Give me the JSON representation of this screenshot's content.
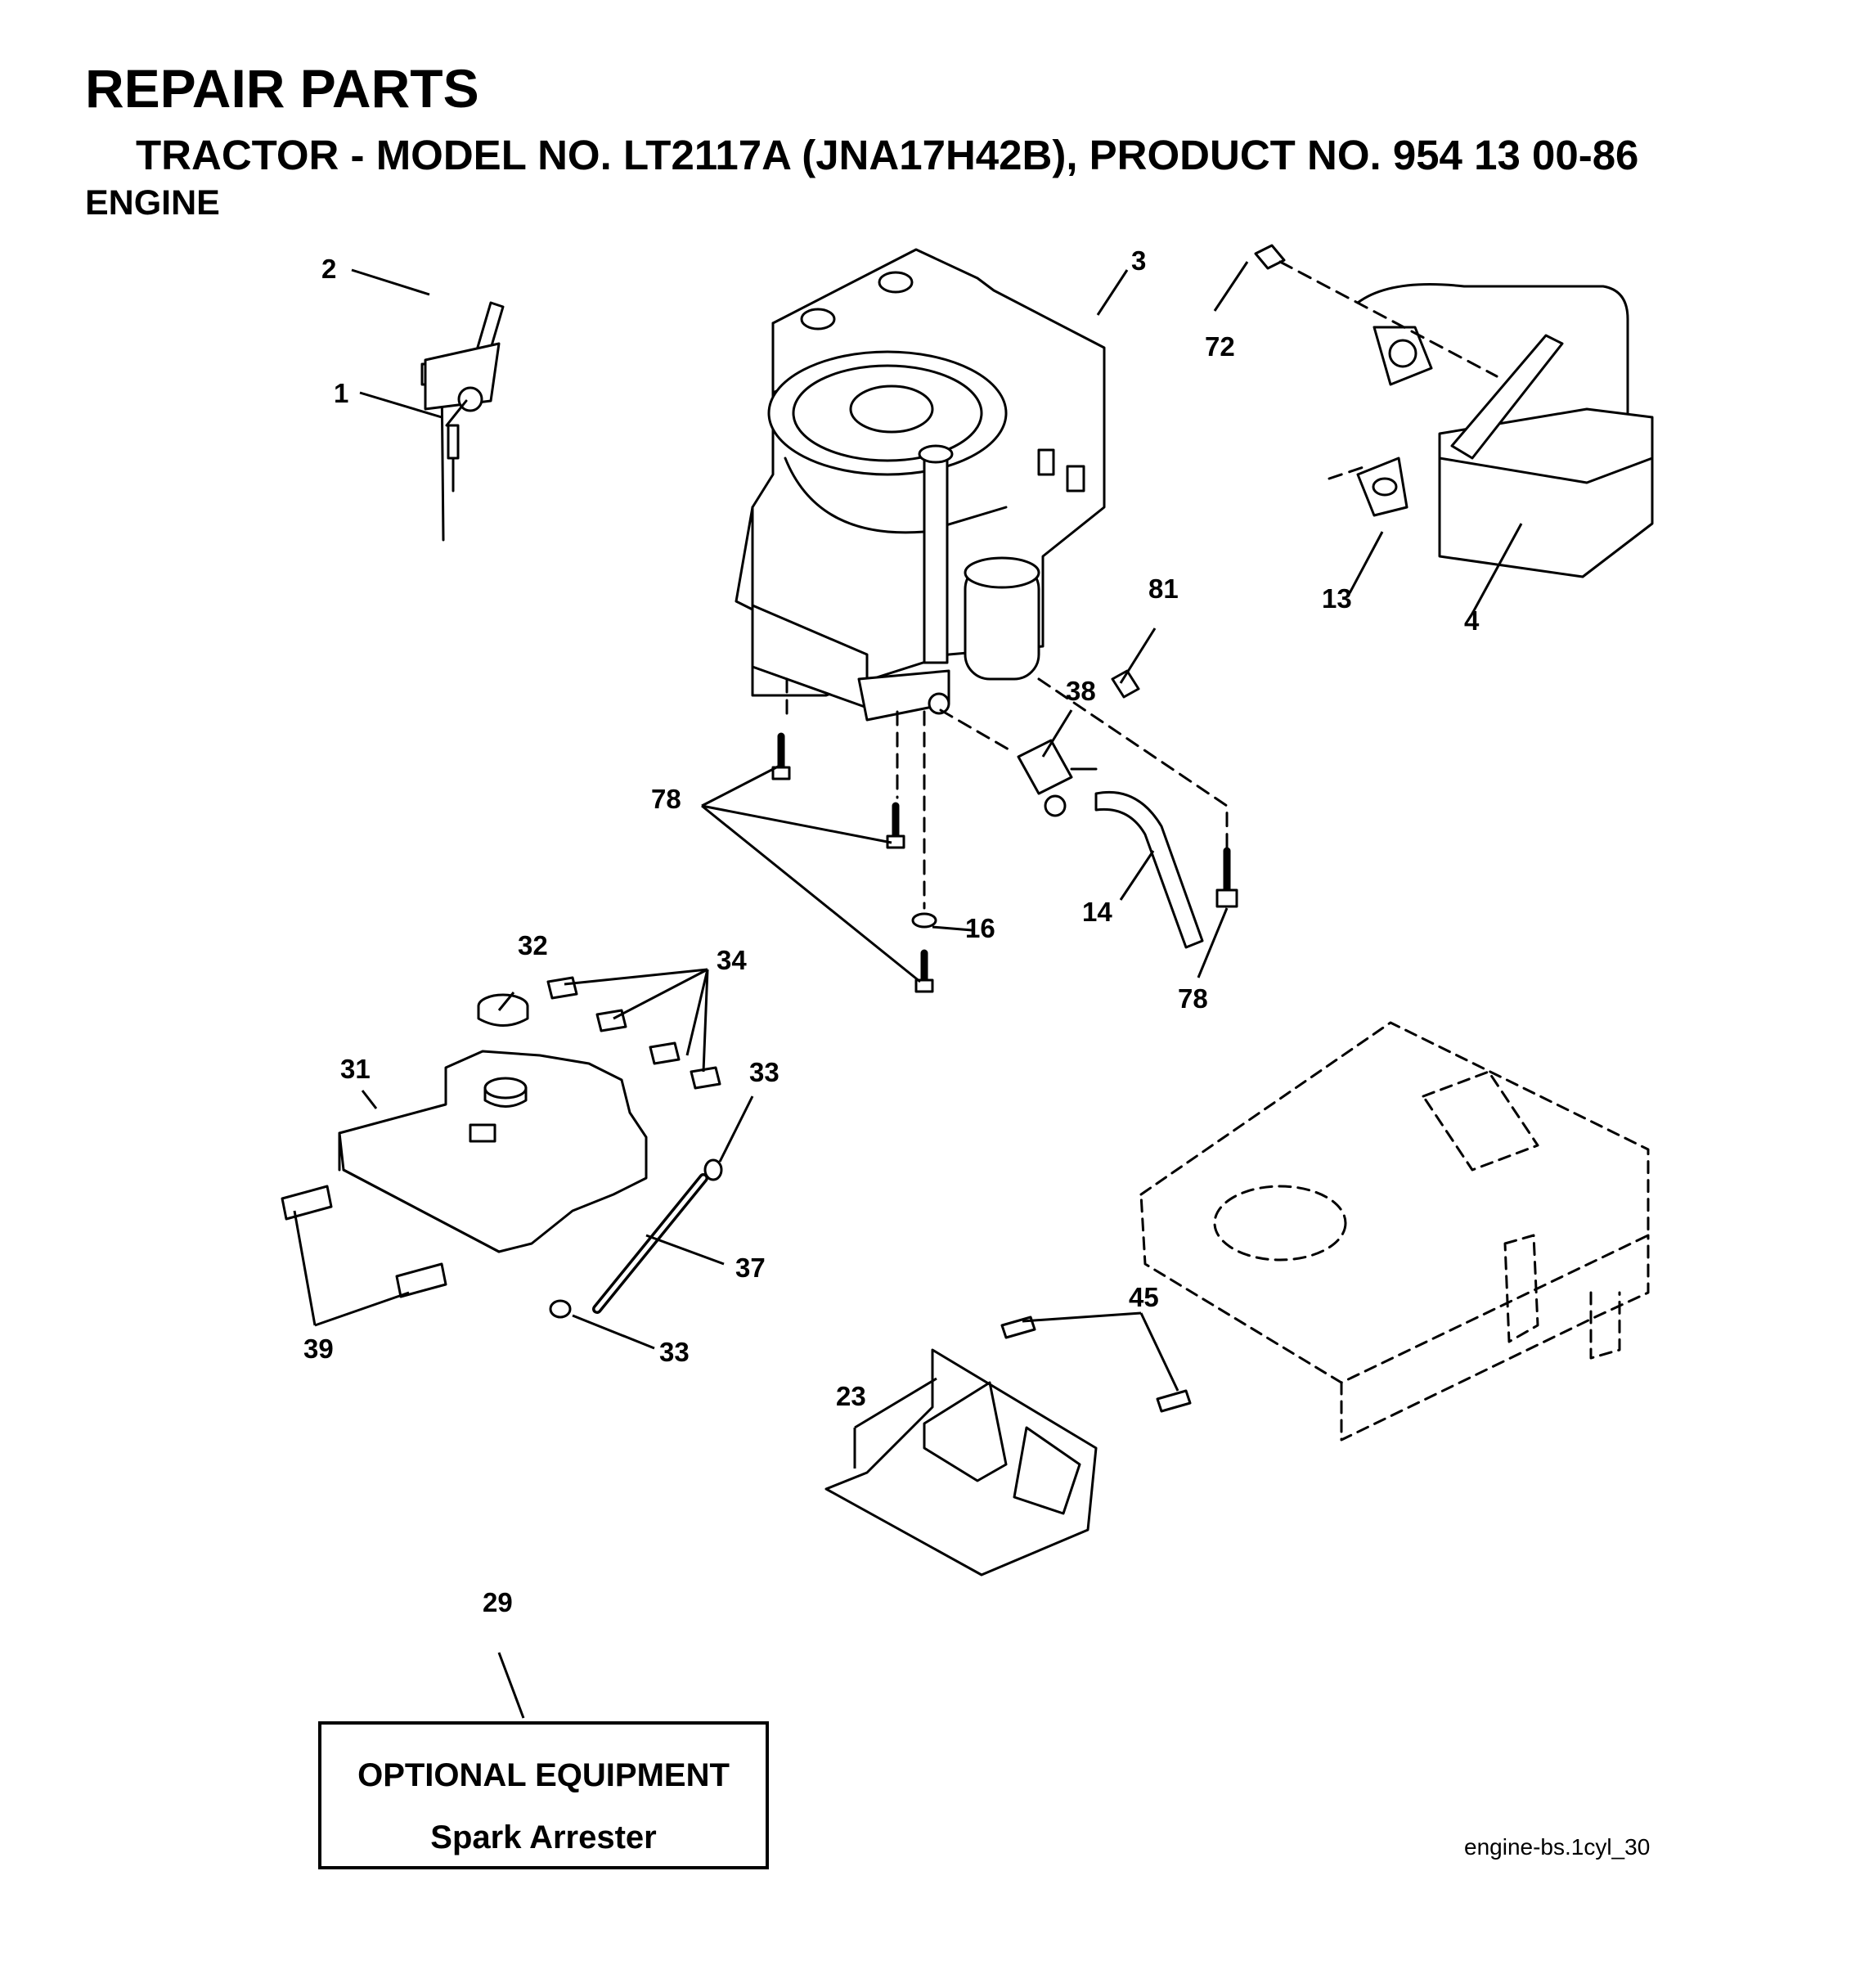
{
  "header": {
    "title": "REPAIR PARTS",
    "subtitle": "TRACTOR - MODEL NO. LT2117A (JNA17H42B), PRODUCT NO. 954 13 00-86",
    "section": "ENGINE"
  },
  "callouts": [
    {
      "id": "c1",
      "text": "1"
    },
    {
      "id": "c2",
      "text": "2"
    },
    {
      "id": "c3",
      "text": "3"
    },
    {
      "id": "c72",
      "text": "72"
    },
    {
      "id": "c13",
      "text": "13"
    },
    {
      "id": "c4",
      "text": "4"
    },
    {
      "id": "c81",
      "text": "81"
    },
    {
      "id": "c38",
      "text": "38"
    },
    {
      "id": "c78a",
      "text": "78"
    },
    {
      "id": "c16",
      "text": "16"
    },
    {
      "id": "c14",
      "text": "14"
    },
    {
      "id": "c78b",
      "text": "78"
    },
    {
      "id": "c32",
      "text": "32"
    },
    {
      "id": "c34",
      "text": "34"
    },
    {
      "id": "c31",
      "text": "31"
    },
    {
      "id": "c33a",
      "text": "33"
    },
    {
      "id": "c37",
      "text": "37"
    },
    {
      "id": "c39",
      "text": "39"
    },
    {
      "id": "c33b",
      "text": "33"
    },
    {
      "id": "c45",
      "text": "45"
    },
    {
      "id": "c23",
      "text": "23"
    },
    {
      "id": "c29",
      "text": "29"
    }
  ],
  "optional": {
    "title": "OPTIONAL EQUIPMENT",
    "item": "Spark Arrester"
  },
  "footer": {
    "ref": "engine-bs.1cyl_30"
  }
}
